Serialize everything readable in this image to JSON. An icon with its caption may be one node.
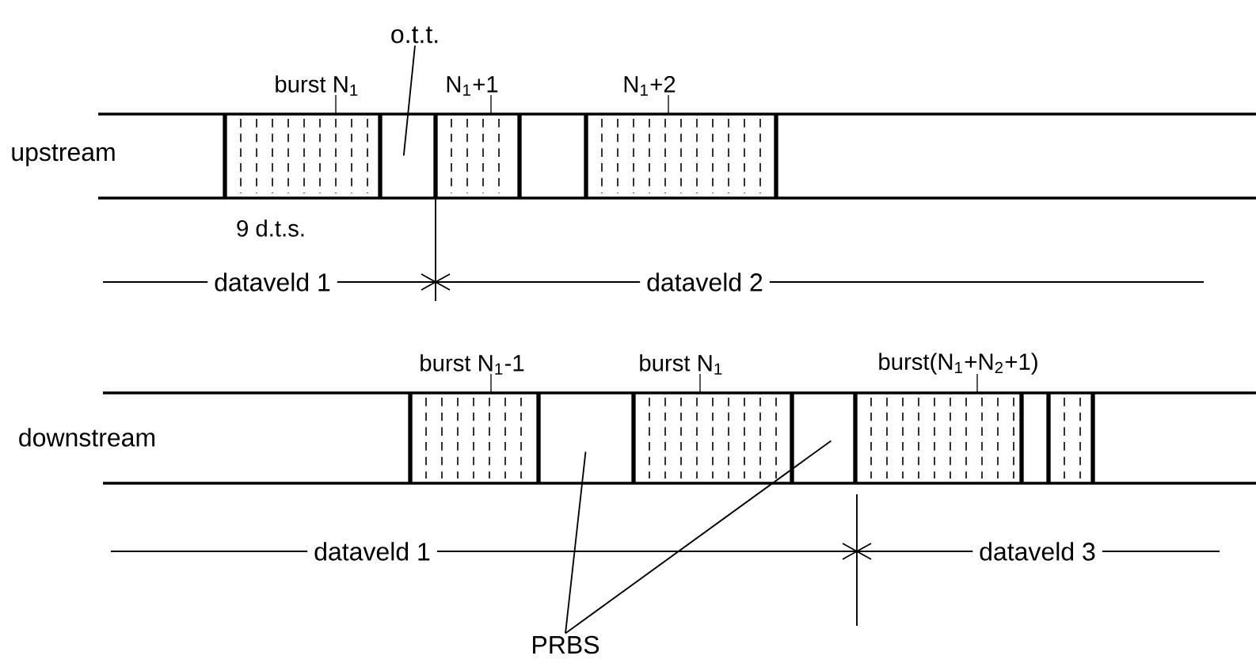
{
  "diagram": {
    "nodes": [
      {
        "text": [
          "upstream"
        ]
      },
      {
        "text": [
          "burst N$_{1}$"
        ],
        "beside": [
          "9 d.t.s."
        ]
      },
      {
        "text": [
          "o.t.t."
        ]
      },
      {
        "text": [
          "N$_{1}$+1"
        ]
      },
      {
        "text": [
          "N$_{1}$+2"
        ]
      },
      {
        "text": [
          "downstream"
        ]
      },
      {
        "text": [
          "burst N$_{1}$-1"
        ]
      },
      {
        "text": [
          "burst N$_{1}$"
        ]
      },
      {
        "text": [
          "burst(N$_{1}$+N$_{2}$+1)"
        ]
      },
      {
        "text": [],
        "shape": "box",
        "in": 5
      },
      {
        "text": [
          "PRBS"
        ]
      }
    ],
    "edges": [
      {
        "from": 2,
        "to": 0,
        "arrow": "none"
      },
      {
        "from": 10,
        "to": 5,
        "arrow": "none"
      },
      {
        "from": 10,
        "to": 5,
        "arrow": "none"
      }
    ],
    "labels": [
      "dataveld 1",
      "dataveld 2",
      "dataveld 1",
      "dataveld 3"
    ]
  }
}
